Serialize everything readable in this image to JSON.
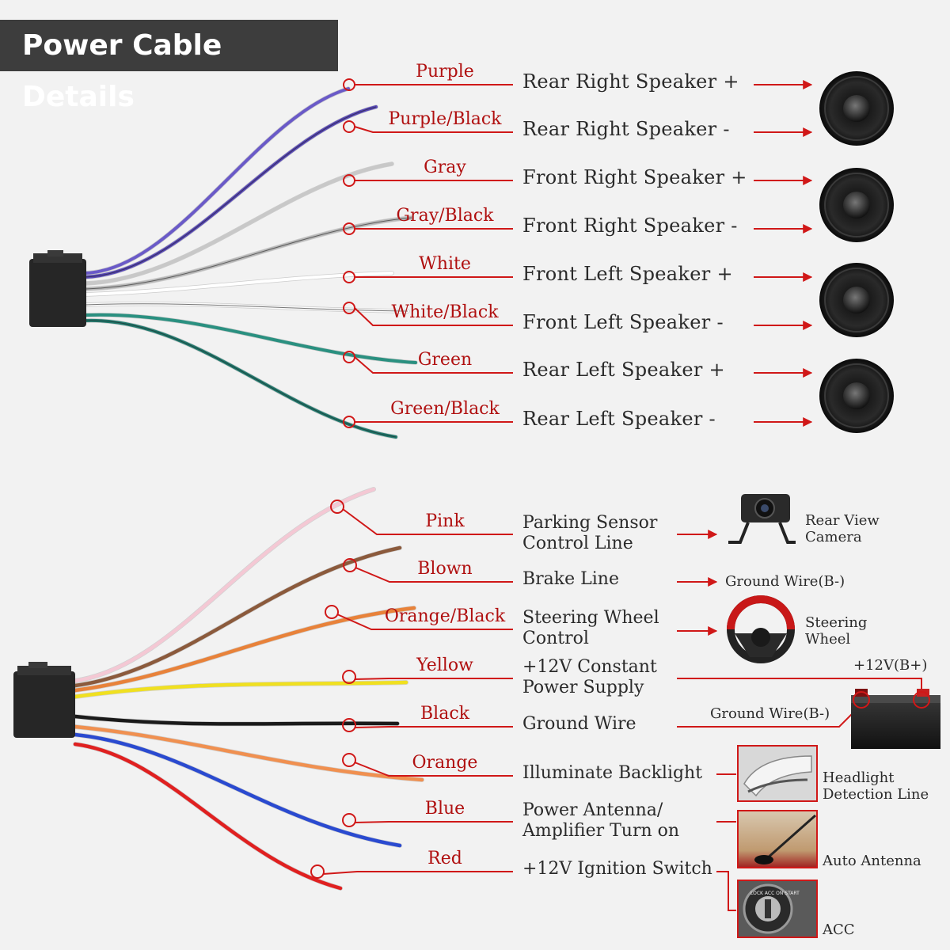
{
  "title": "Power Cable Details",
  "colors": {
    "accent": "#d01818",
    "title_bg": "#3d3d3d"
  },
  "speaker_wires": [
    {
      "color_name": "Purple",
      "function": "Rear Right Speaker +",
      "wire": "#6a5ac8",
      "stripe": ""
    },
    {
      "color_name": "Purple/Black",
      "function": "Rear Right Speaker -",
      "wire": "#5848b8",
      "stripe": "#222"
    },
    {
      "color_name": "Gray",
      "function": "Front Right Speaker +",
      "wire": "#c8c8c8",
      "stripe": ""
    },
    {
      "color_name": "Gray/Black",
      "function": "Front Right Speaker -",
      "wire": "#b8b8b8",
      "stripe": "#222"
    },
    {
      "color_name": "White",
      "function": "Front Left Speaker +",
      "wire": "#ffffff",
      "stripe": ""
    },
    {
      "color_name": "White/Black",
      "function": "Front Left Speaker -",
      "wire": "#fafafa",
      "stripe": "#222"
    },
    {
      "color_name": "Green",
      "function": "Rear Left Speaker +",
      "wire": "#2a9080",
      "stripe": ""
    },
    {
      "color_name": "Green/Black",
      "function": "Rear Left Speaker -",
      "wire": "#207a6e",
      "stripe": "#222"
    }
  ],
  "power_wires": [
    {
      "color_name": "Pink",
      "function_lines": [
        "Parking Sensor",
        "Control Line"
      ],
      "wire": "#f4c8d4"
    },
    {
      "color_name": "Blown",
      "function_lines": [
        "Brake Line"
      ],
      "wire": "#8b5a3c"
    },
    {
      "color_name": "Orange/Black",
      "function_lines": [
        "Steering Wheel",
        "Control"
      ],
      "wire": "#e8823a"
    },
    {
      "color_name": "Yellow",
      "function_lines": [
        "+12V Constant",
        "Power Supply"
      ],
      "wire": "#f0e020"
    },
    {
      "color_name": "Black",
      "function_lines": [
        "Ground Wire"
      ],
      "wire": "#1a1a1a"
    },
    {
      "color_name": "Orange",
      "function_lines": [
        "Illuminate Backlight"
      ],
      "wire": "#f09050"
    },
    {
      "color_name": "Blue",
      "function_lines": [
        "Power Antenna/",
        "Amplifier Turn on"
      ],
      "wire": "#2a4ad0"
    },
    {
      "color_name": "Red",
      "function_lines": [
        "+12V Ignition Switch"
      ],
      "wire": "#e02020"
    }
  ],
  "devices": {
    "rear_camera": [
      "Rear View",
      "Camera"
    ],
    "brake_ground": "Ground Wire(B-)",
    "steering_wheel": [
      "Steering",
      "Wheel"
    ],
    "battery_positive": "+12V(B+)",
    "battery_ground": "Ground Wire(B-)",
    "headlight": [
      "Headlight",
      "Detection Line"
    ],
    "antenna": "Auto Antenna",
    "acc": "ACC",
    "acc_key_text": "LOCK ACC ON START"
  }
}
